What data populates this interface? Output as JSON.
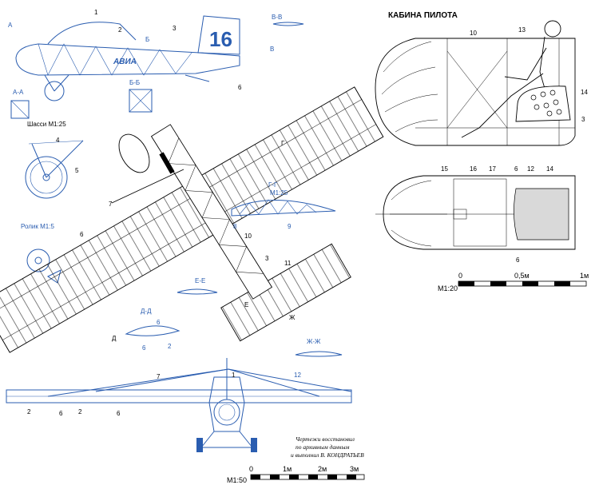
{
  "cockpit": {
    "title": "КАБИНА ПИЛОТА",
    "scale_label": "M1:20",
    "scale_ticks": [
      "0",
      "0,5м",
      "1м"
    ],
    "callouts_side": [
      "10",
      "13",
      "14",
      "3",
      "15",
      "16",
      "17",
      "12"
    ],
    "callouts_top": [
      "6",
      "14",
      "6"
    ]
  },
  "side_view": {
    "section_a": "А",
    "section_b": "Б",
    "fin_number": "16",
    "fuselage_lettering": "АВИА",
    "callouts": [
      "1",
      "2",
      "3"
    ],
    "section_vv": "В-В",
    "section_v": "В"
  },
  "sections": {
    "aa": "А-А",
    "bb": "Б-Б",
    "gg": "Г-Г",
    "gg_scale": "М1:25",
    "ee": "Е-Е",
    "dd": "Д-Д",
    "zhzh": "Ж-Ж",
    "gg_callouts": [
      "8",
      "9"
    ],
    "dd_callouts": [
      "6",
      "6",
      "2"
    ],
    "zhzh_callouts": [
      "12"
    ]
  },
  "chassis": {
    "label": "Шасси М1:25",
    "callouts": [
      "4",
      "5"
    ]
  },
  "roller": {
    "label": "Ролик М1:5"
  },
  "plan_view": {
    "callouts": [
      "6",
      "7",
      "6",
      "10",
      "3",
      "11"
    ],
    "cut_marks": [
      "Г",
      "Е",
      "Ж",
      "Д"
    ]
  },
  "front_view": {
    "callouts": [
      "7",
      "1",
      "2",
      "6",
      "2",
      "6"
    ]
  },
  "credit": {
    "line1": "Чертежи восстановил",
    "line2": "по архивным данным",
    "line3": "и выполнил В. КОНДРАТЬЕВ"
  },
  "main_scale": {
    "label": "M1:50",
    "ticks": [
      "0",
      "1м",
      "2м",
      "3м"
    ]
  }
}
